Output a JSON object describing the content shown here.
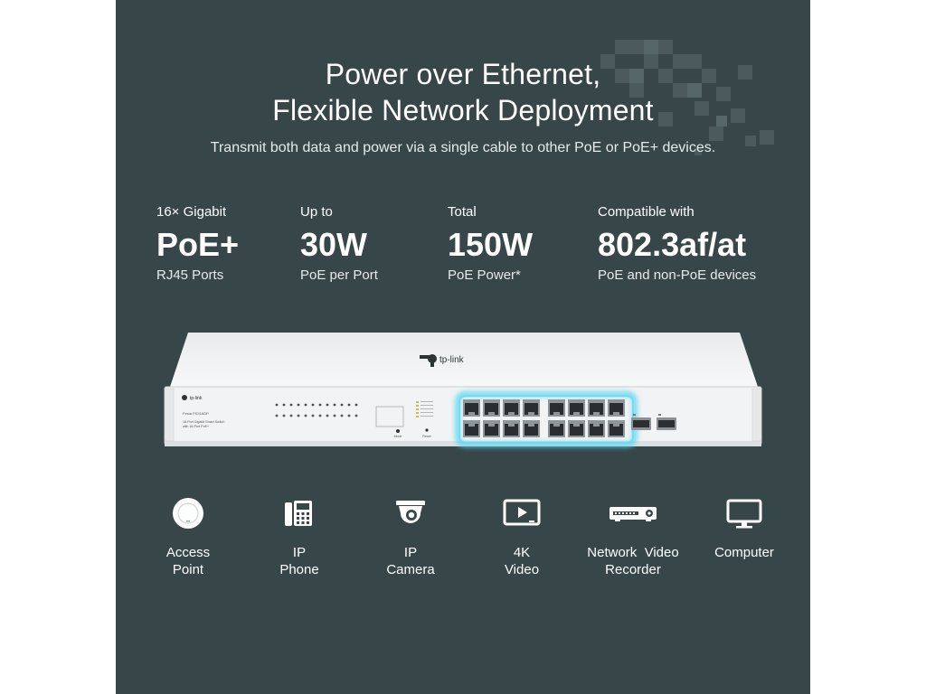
{
  "headline": {
    "line1": "Power over Ethernet,",
    "line2": "Flexible Network Deployment"
  },
  "subheadline": "Transmit both data and power via a single cable to other PoE or PoE+ devices.",
  "stats": [
    {
      "top": "16× Gigabit",
      "big": "PoE+",
      "bottom": "RJ45 Ports"
    },
    {
      "top": "Up to",
      "big": "30W",
      "bottom": "PoE per Port"
    },
    {
      "top": "Total",
      "big": "150W",
      "bottom": "PoE Power*"
    },
    {
      "top": "Compatible with",
      "big": "802.3af/at",
      "bottom": "PoE and non-PoE devices"
    }
  ],
  "device": {
    "brand": "tp-link",
    "model": "Festa FS318GP",
    "description_line1": "18-Port Gigabit Smart Switch",
    "description_line2": "with 16-Port PoE+",
    "mode_label": "Mode",
    "reset_label": "Reset"
  },
  "devices": [
    {
      "icon": "access-point-icon",
      "line1": "Access",
      "line2": "Point"
    },
    {
      "icon": "ip-phone-icon",
      "line1": "IP",
      "line2": "Phone"
    },
    {
      "icon": "ip-camera-icon",
      "line1": "IP",
      "line2": "Camera"
    },
    {
      "icon": "video-play-icon",
      "line1": "4K",
      "line2": "Video"
    },
    {
      "icon": "video-recorder-icon",
      "line1": "Network  Video",
      "line2": "Recorder"
    },
    {
      "icon": "computer-monitor-icon",
      "line1": "Computer",
      "line2": ""
    }
  ],
  "colors": {
    "background": "#374649",
    "text": "#ffffff",
    "port_highlight": "#5ad6f0",
    "switch_body": "#f2f3f4"
  }
}
